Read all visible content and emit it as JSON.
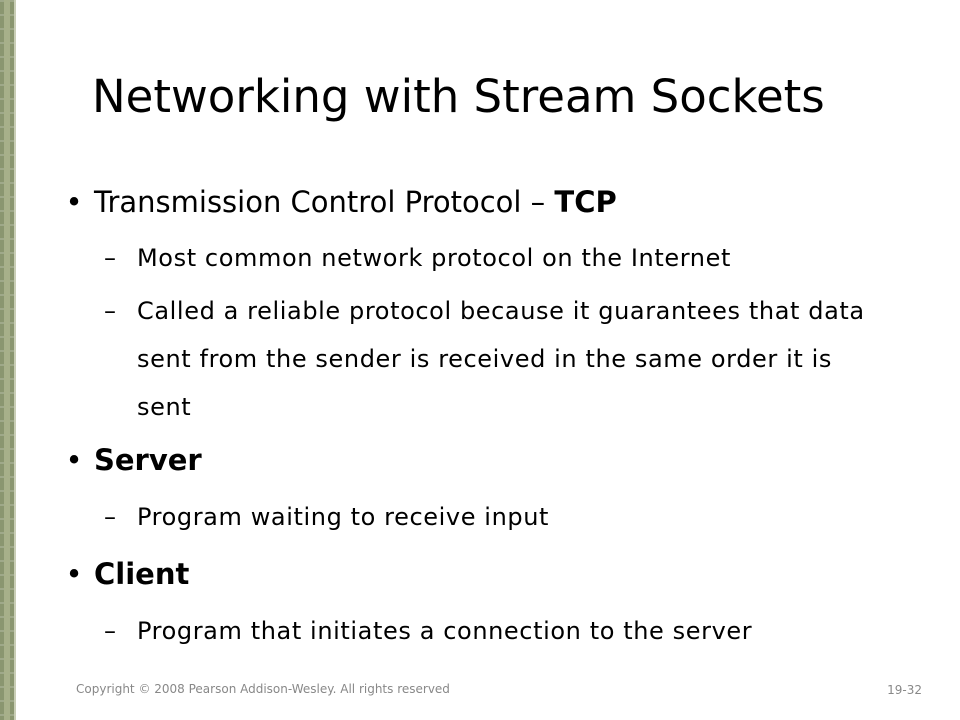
{
  "slide": {
    "title": "Networking with Stream Sockets",
    "bullets": [
      {
        "label_prefix": "Transmission Control Protocol – ",
        "label_bold": "TCP",
        "subitems": [
          "Most common network protocol on the Internet",
          "Called a reliable protocol because it guarantees that data sent from the sender is received in the same order it is sent"
        ]
      },
      {
        "label_bold": "Server",
        "subitems": [
          "Program waiting to receive input"
        ]
      },
      {
        "label_bold": "Client",
        "subitems": [
          "Program that initiates a connection to the server"
        ]
      }
    ],
    "bullet_glyph": "•",
    "dash_glyph": "–",
    "footer": "Copyright © 2008 Pearson Addison-Wesley. All rights reserved",
    "slide_number": "19-32"
  }
}
